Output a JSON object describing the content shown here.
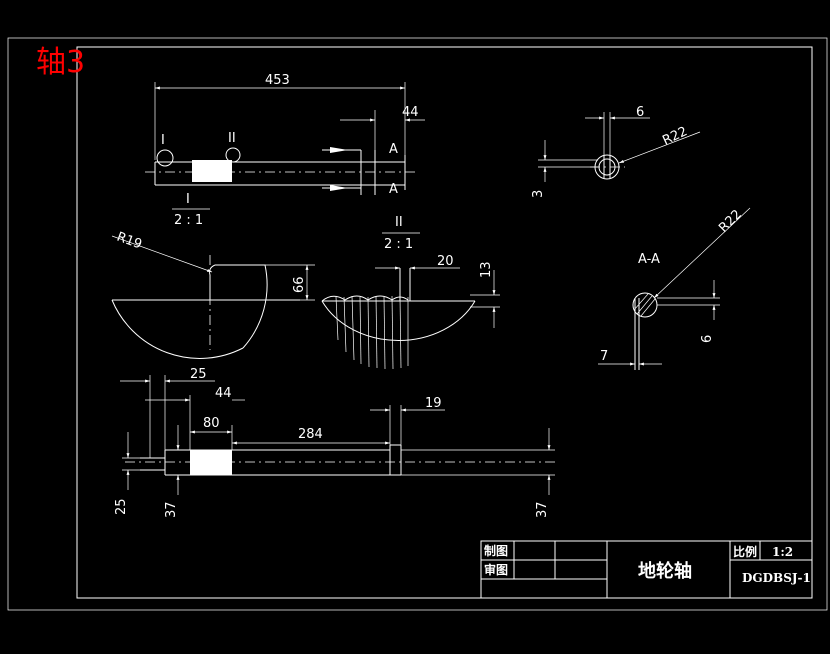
{
  "sheet_label": "轴3",
  "colors": {
    "background": "#000000",
    "lines": "#ffffff",
    "sheet_label": "#ff0000"
  },
  "top_view": {
    "dim_overall": "453",
    "dim_right": "44",
    "detail_I": "I",
    "detail_II": "II",
    "section_A_top": "A",
    "section_A_bottom": "A"
  },
  "detail_I": {
    "label": "I",
    "scale": "2 : 1",
    "radius": "R19",
    "height": "66"
  },
  "detail_II": {
    "label": "II",
    "scale": "2 : 1",
    "width": "20",
    "height": "13"
  },
  "end_view": {
    "width": "6",
    "radius": "R22",
    "offset": "3"
  },
  "section_AA": {
    "title": "A-A",
    "radius": "R22",
    "width": "7",
    "depth": "6"
  },
  "bottom_view": {
    "dim_25_top": "25",
    "dim_44": "44",
    "dim_80": "80",
    "dim_284": "284",
    "dim_19": "19",
    "dim_25_left": "25",
    "dim_37_left": "37",
    "dim_37_right": "37"
  },
  "title_block": {
    "drawn_label": "制图",
    "checked_label": "审图",
    "part_name": "地轮轴",
    "scale_label": "比例",
    "scale_value": "1:2",
    "drawing_number": "DGDBSJ-1"
  }
}
